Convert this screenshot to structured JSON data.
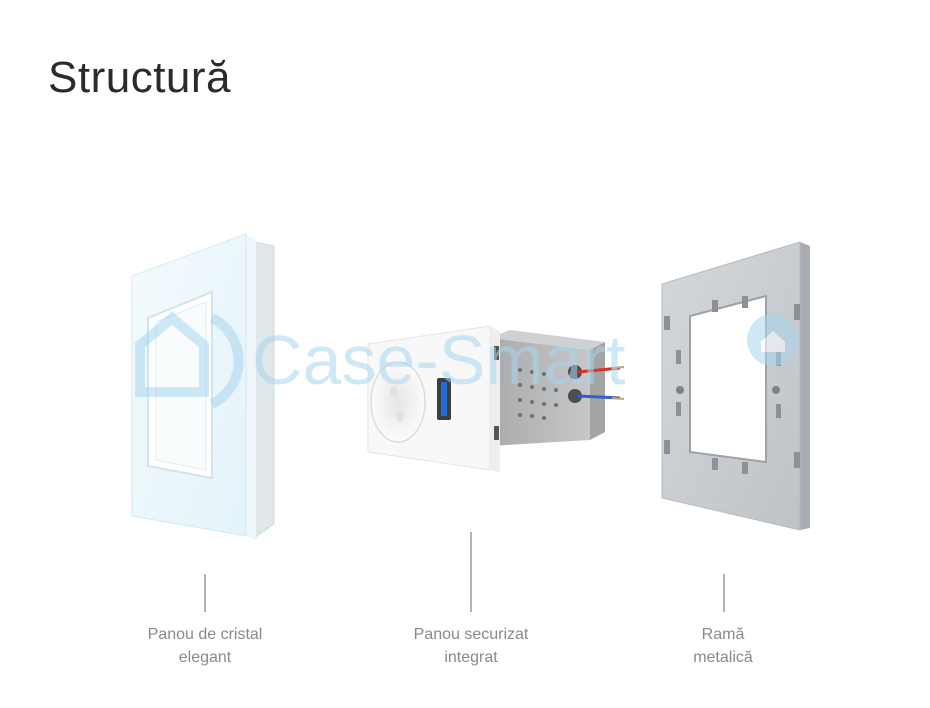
{
  "title": "Structură",
  "watermark": {
    "text": "Case-Smart",
    "color": "#a9d6ef"
  },
  "components": [
    {
      "id": "glass-panel",
      "caption_line1": "Panou de cristal",
      "caption_line2": "elegant"
    },
    {
      "id": "socket-module",
      "caption_line1": "Panou securizat",
      "caption_line2": "integrat"
    },
    {
      "id": "metal-frame",
      "caption_line1": "Ramă",
      "caption_line2": "metalică"
    }
  ],
  "colors": {
    "title": "#2b2b2b",
    "caption": "#8a8a8a",
    "glass": "#e8f4fa",
    "frame_metal": "#c9cccf",
    "socket_body": "#f7f7f7",
    "module_grey": "#b9babc",
    "wire_red": "#d8322a",
    "wire_blue": "#2f62c9"
  }
}
